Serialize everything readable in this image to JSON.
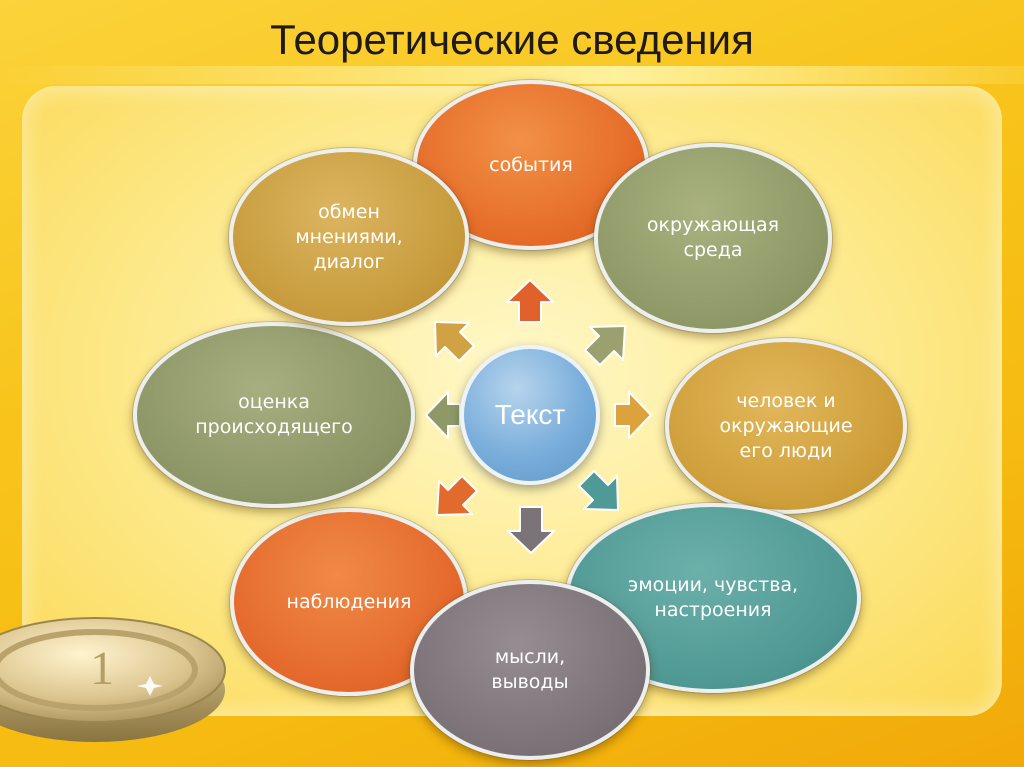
{
  "title": "Теоретические сведения",
  "center": {
    "label": "Текст",
    "color": "#7aaedb"
  },
  "nodes": [
    {
      "id": "events",
      "label": "события",
      "color": "#e9742a"
    },
    {
      "id": "environment",
      "label": "окружающая\nсреда",
      "color": "#8f9a68"
    },
    {
      "id": "people",
      "label": "человек и\nокружающие\nего люди",
      "color": "#cfa03a"
    },
    {
      "id": "emotions",
      "label": "эмоции, чувства,\nнастроения",
      "color": "#4f9894"
    },
    {
      "id": "thoughts",
      "label": "мысли,\nвыводы",
      "color": "#7b7278"
    },
    {
      "id": "observations",
      "label": "наблюдения",
      "color": "#e5692b"
    },
    {
      "id": "assessment",
      "label": "оценка\nпроисходящего",
      "color": "#8c9566"
    },
    {
      "id": "dialogue",
      "label": "обмен\nмнениями,\nдиалог",
      "color": "#c79a3c"
    }
  ],
  "arrow_colors": {
    "up": "#e0612b",
    "up-right": "#9ba06e",
    "right": "#dca23b",
    "down-right": "#4f9996",
    "down": "#7b7377",
    "down-left": "#e26a2c",
    "left": "#8f9968",
    "up-left": "#d0a244"
  }
}
